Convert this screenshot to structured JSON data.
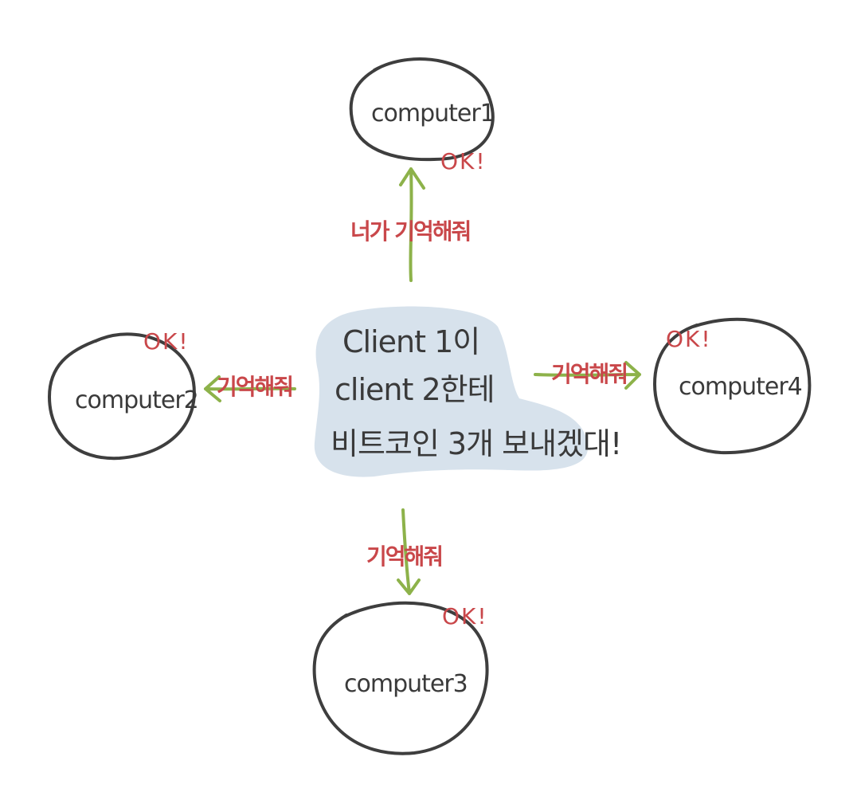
{
  "colors": {
    "node_stroke": "#3e3e3e",
    "arrow": "#8db24a",
    "label_red": "#c9474a",
    "cloud_fill": "#d7e2ec",
    "text_dark": "#3a3a3a"
  },
  "center": {
    "lines": [
      "Client 1이",
      "client 2한테",
      "비트코인 3개 보내겠대!"
    ]
  },
  "nodes": {
    "computer1": {
      "label": "computer1",
      "status": "OK!"
    },
    "computer2": {
      "label": "computer2",
      "status": "OK!"
    },
    "computer3": {
      "label": "computer3",
      "status": "OK!"
    },
    "computer4": {
      "label": "computer4",
      "status": "OK!"
    }
  },
  "edges": {
    "to_computer1": {
      "label": "너가 기억해줘"
    },
    "to_computer2": {
      "label": "기억해줘"
    },
    "to_computer3": {
      "label": "기억해줘"
    },
    "to_computer4": {
      "label": "기억해줘"
    }
  }
}
